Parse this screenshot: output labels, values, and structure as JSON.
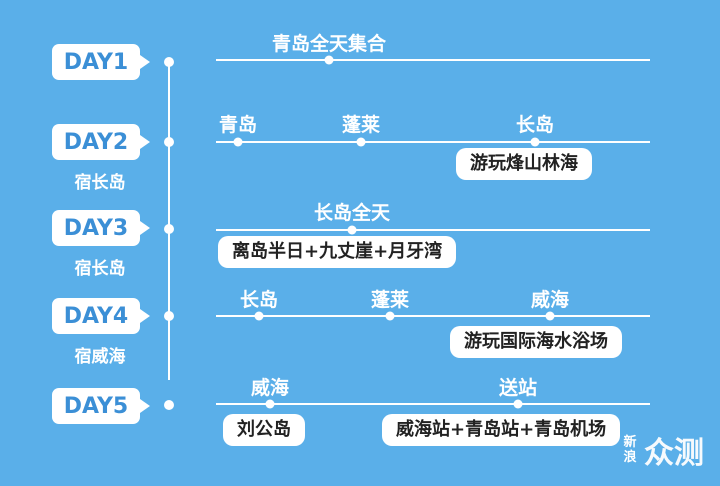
{
  "days": [
    {
      "label": "DAY1",
      "stay": ""
    },
    {
      "label": "DAY2",
      "stay": "宿长岛"
    },
    {
      "label": "DAY3",
      "stay": "宿长岛"
    },
    {
      "label": "DAY4",
      "stay": "宿威海"
    },
    {
      "label": "DAY5",
      "stay": ""
    }
  ],
  "rows": [
    {
      "places": [
        "青岛全天集合"
      ],
      "pills": []
    },
    {
      "places": [
        "青岛",
        "蓬莱",
        "长岛"
      ],
      "pills": [
        "游玩烽山林海"
      ]
    },
    {
      "places": [
        "长岛全天"
      ],
      "pills": [
        "离岛半日+九丈崖+月牙湾"
      ]
    },
    {
      "places": [
        "长岛",
        "蓬莱",
        "威海"
      ],
      "pills": [
        "游玩国际海水浴场"
      ]
    },
    {
      "places": [
        "威海",
        "送站"
      ],
      "pills": [
        "刘公岛",
        "威海站+青岛站+青岛机场"
      ]
    }
  ],
  "watermark": {
    "line1": "新",
    "line2": "浪",
    "text": "众测"
  },
  "colors": {
    "background": "#5aafe9",
    "tag_text": "#3b8fd6",
    "line": "#ffffff"
  }
}
